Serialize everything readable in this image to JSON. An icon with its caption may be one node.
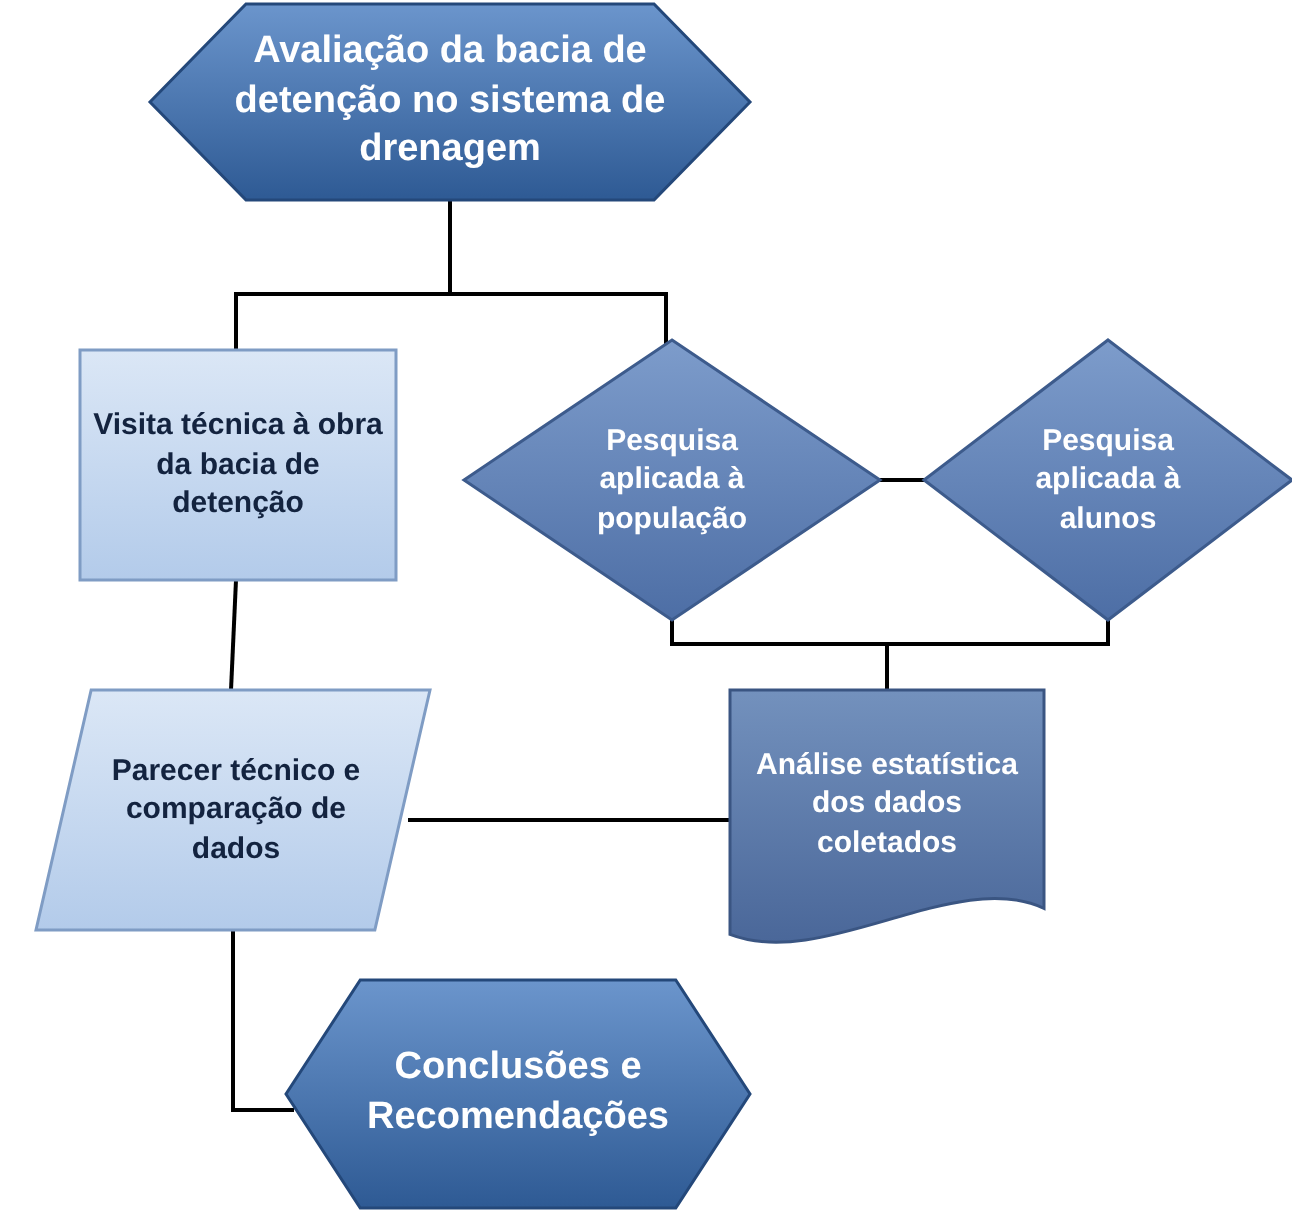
{
  "diagram": {
    "nodes": [
      {
        "text": [
          "Avaliação da bacia de detenção no sistema de drenagem"
        ]
      },
      {
        "text": [
          "Visita técnica à obra da bacia de detenção"
        ]
      },
      {
        "text": [
          "Pesquisa aplicada à população"
        ]
      },
      {
        "text": [
          "Pesquisa aplicada à alunos"
        ]
      },
      {
        "text": [
          "Parecer técnico e comparação de dados"
        ]
      },
      {
        "text": [
          "Análise estatística dos dados coletados"
        ]
      },
      {
        "text": [
          "Conclusões e Recomendações"
        ]
      }
    ],
    "edges": [
      {
        "from": 0,
        "to": 1,
        "arrow": "none"
      },
      {
        "from": 0,
        "to": 2,
        "arrow": "none"
      },
      {
        "from": 2,
        "to": 3,
        "arrow": "none"
      },
      {
        "from": 2,
        "to": 5,
        "arrow": "none"
      },
      {
        "from": 3,
        "to": 5,
        "arrow": "none"
      },
      {
        "from": 1,
        "to": 4,
        "arrow": "none"
      },
      {
        "from": 4,
        "to": 5,
        "arrow": "none"
      },
      {
        "from": 4,
        "to": 6,
        "arrow": "none"
      }
    ]
  }
}
